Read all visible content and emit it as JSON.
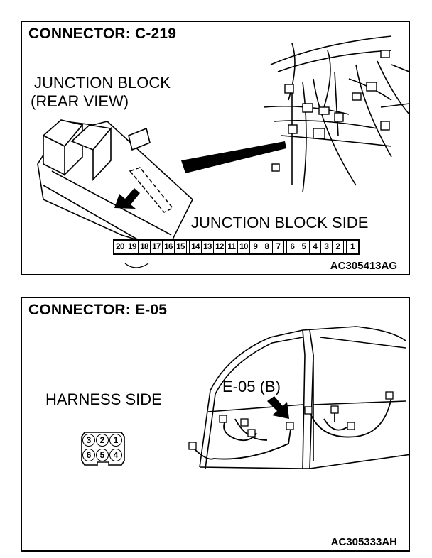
{
  "panel1": {
    "title": "CONNECTOR: C-219",
    "view_label_line1": "JUNCTION BLOCK",
    "view_label_line2": "(REAR VIEW)",
    "side_label": "JUNCTION BLOCK SIDE",
    "pins": [
      "20",
      "19",
      "18",
      "17",
      "16",
      "15",
      "",
      "14",
      "13",
      "12",
      "11",
      "10",
      "9",
      "8",
      "7",
      "",
      "6",
      "5",
      "4",
      "3",
      "2",
      "",
      "1"
    ],
    "code": "AC305413AG"
  },
  "panel2": {
    "title": "CONNECTOR: E-05",
    "harness_label": "HARNESS SIDE",
    "callout": "E-05 (B)",
    "pins_top": [
      "3",
      "2",
      "1"
    ],
    "pins_bottom": [
      "6",
      "5",
      "4"
    ],
    "code": "AC305333AH"
  }
}
